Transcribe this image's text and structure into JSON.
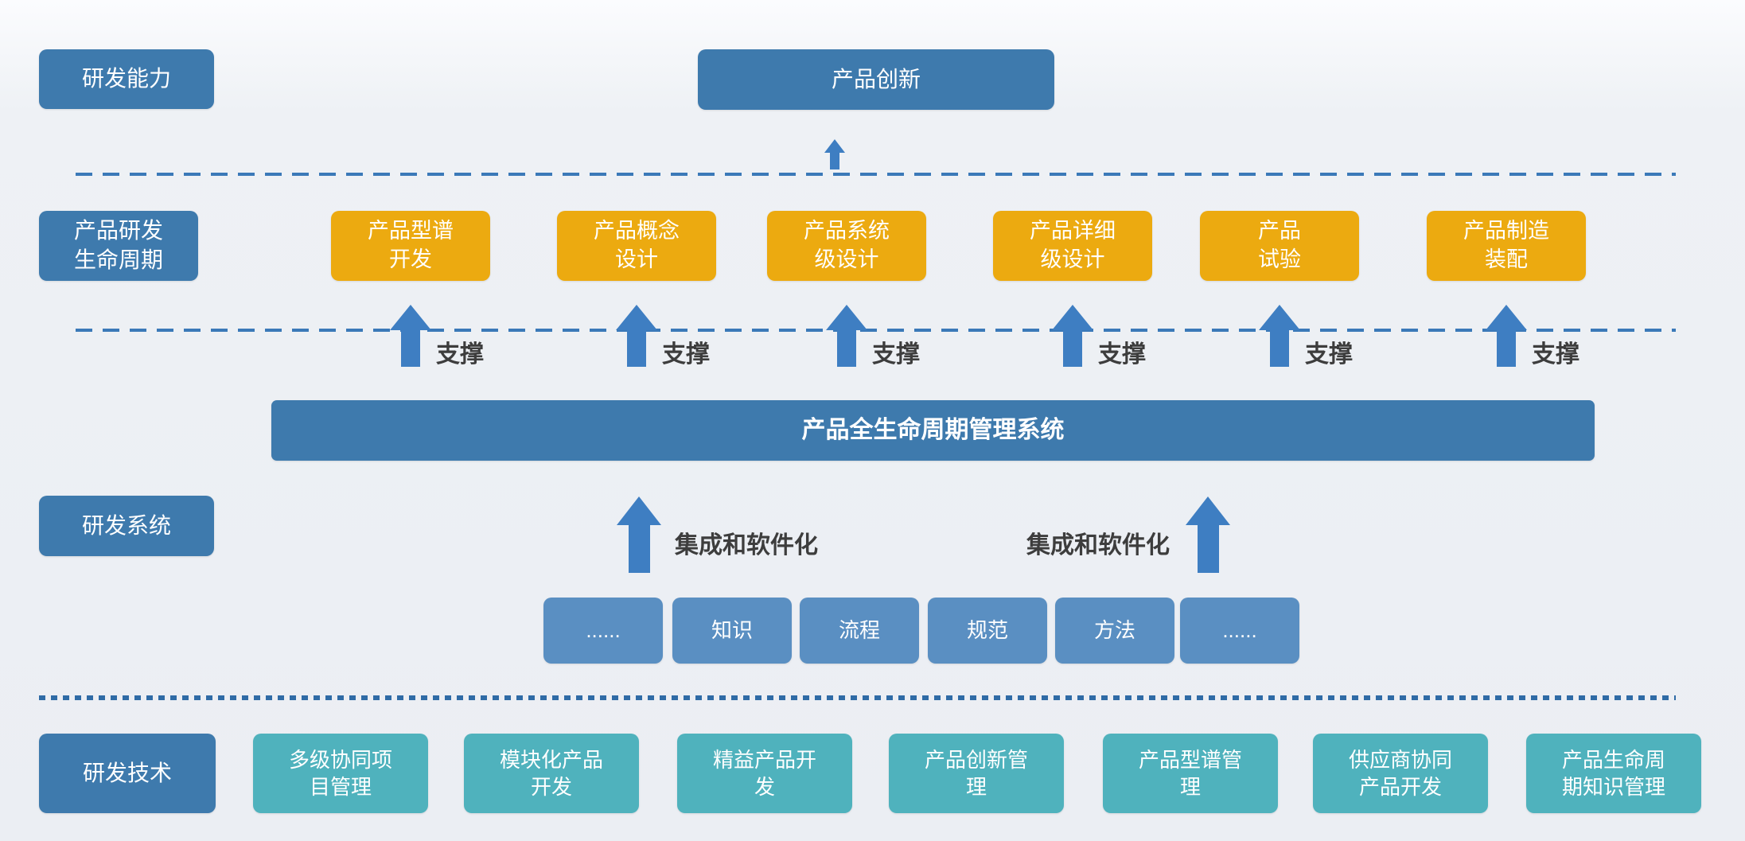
{
  "palette": {
    "steel_blue": "#3e7aad",
    "orange": "#ecaa10",
    "light_blue": "#5a8fc2",
    "teal": "#4fb2bd",
    "arrow_blue": "#3e7ec2",
    "dash_blue": "#3b79b8",
    "annotation_text": "#3d3d3d",
    "background": "#eef1f5"
  },
  "rows": {
    "capability": {
      "side_label": "研发能力",
      "main_box": "产品创新"
    },
    "lifecycle": {
      "side_label": "产品研发\n生命周期",
      "stages": [
        {
          "label": "产品型谱\n开发"
        },
        {
          "label": "产品概念\n设计"
        },
        {
          "label": "产品系统\n级设计"
        },
        {
          "label": "产品详细\n级设计"
        },
        {
          "label": "产品\n试验"
        },
        {
          "label": "产品制造\n装配"
        }
      ],
      "support_label": "支撑"
    },
    "system": {
      "side_label": "研发系统",
      "plm_bar": "产品全生命周期管理系统",
      "integration_label": "集成和软件化",
      "elements": [
        {
          "label": "......"
        },
        {
          "label": "知识"
        },
        {
          "label": "流程"
        },
        {
          "label": "规范"
        },
        {
          "label": "方法"
        },
        {
          "label": "......"
        }
      ]
    },
    "technology": {
      "side_label": "研发技术",
      "items": [
        {
          "label": "多级协同项\n目管理"
        },
        {
          "label": "模块化产品\n开发"
        },
        {
          "label": "精益产品开\n发"
        },
        {
          "label": "产品创新管\n理"
        },
        {
          "label": "产品型谱管\n理"
        },
        {
          "label": "供应商协同\n产品开发"
        },
        {
          "label": "产品生命周\n期知识管理"
        }
      ]
    }
  }
}
